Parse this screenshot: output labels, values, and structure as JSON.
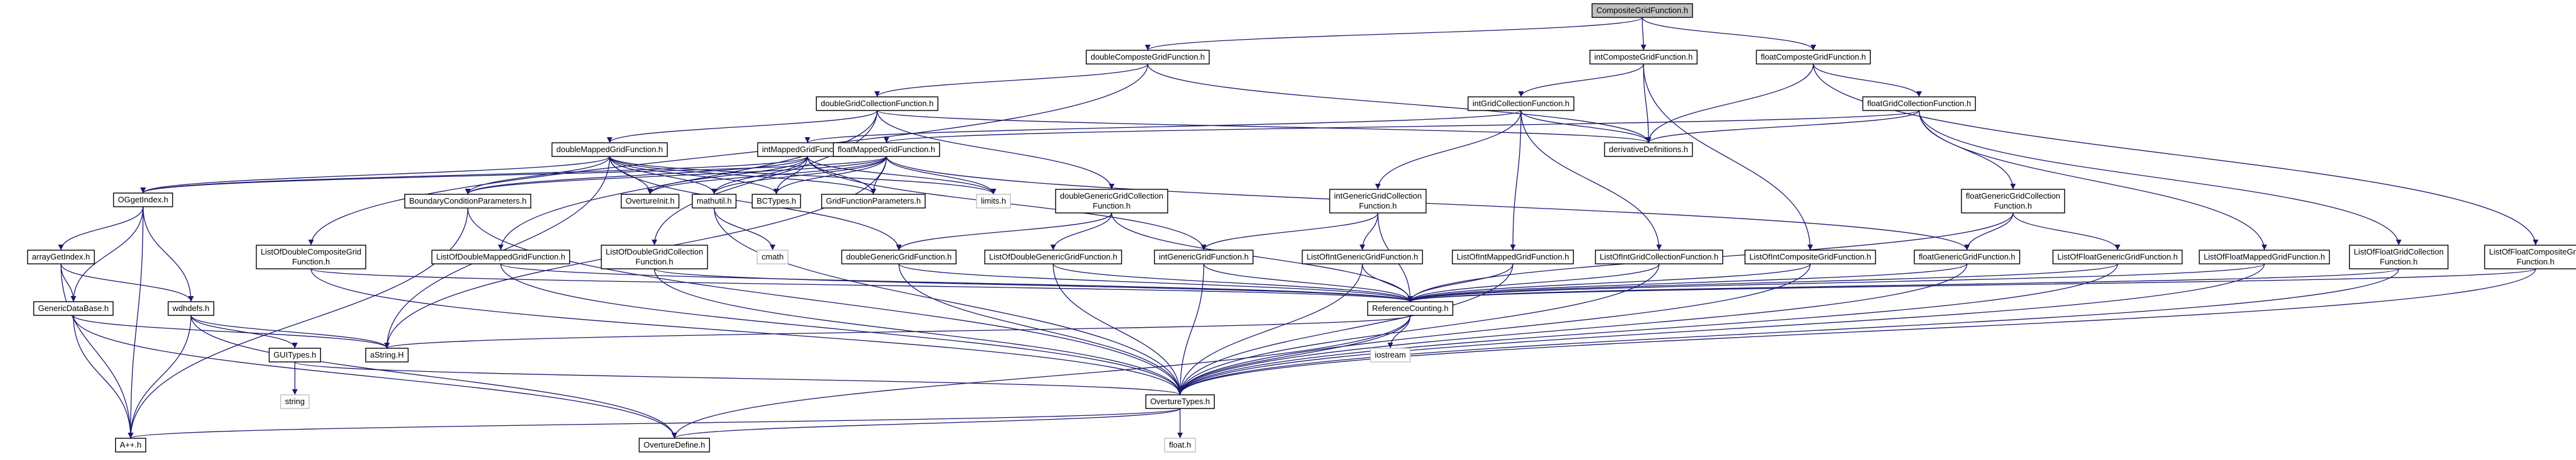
{
  "diagram": {
    "type": "include-dependency-graph",
    "root": "CompositeGridFunction.h",
    "nodes": [
      {
        "id": "root",
        "lines": [
          "CompositeGridFunction.h"
        ],
        "kind": "root"
      },
      {
        "id": "dcgf",
        "lines": [
          "doubleComposteGridFunction.h"
        ]
      },
      {
        "id": "icgf",
        "lines": [
          "intComposteGridFunction.h"
        ]
      },
      {
        "id": "fcgf",
        "lines": [
          "floatComposteGridFunction.h"
        ]
      },
      {
        "id": "dgcf",
        "lines": [
          "doubleGridCollectionFunction.h"
        ]
      },
      {
        "id": "igcf",
        "lines": [
          "intGridCollectionFunction.h"
        ]
      },
      {
        "id": "fgcf",
        "lines": [
          "floatGridCollectionFunction.h"
        ]
      },
      {
        "id": "dmgf",
        "lines": [
          "doubleMappedGridFunction.h"
        ]
      },
      {
        "id": "imgf",
        "lines": [
          "intMappedGridFunction.h"
        ]
      },
      {
        "id": "fmgf",
        "lines": [
          "floatMappedGridFunction.h"
        ]
      },
      {
        "id": "deriv",
        "lines": [
          "derivativeDefinitions.h"
        ]
      },
      {
        "id": "ogg",
        "lines": [
          "OGgetIndex.h"
        ]
      },
      {
        "id": "bcp",
        "lines": [
          "BoundaryConditionParameters.h"
        ]
      },
      {
        "id": "oinit",
        "lines": [
          "OvertureInit.h"
        ]
      },
      {
        "id": "mathutil",
        "lines": [
          "mathutil.h"
        ]
      },
      {
        "id": "bctypes",
        "lines": [
          "BCTypes.h"
        ]
      },
      {
        "id": "gfp",
        "lines": [
          "GridFunctionParameters.h"
        ]
      },
      {
        "id": "limits",
        "lines": [
          "limits.h"
        ],
        "kind": "sys"
      },
      {
        "id": "dggcf",
        "lines": [
          "doubleGenericGridCollection",
          "Function.h"
        ]
      },
      {
        "id": "iggcf",
        "lines": [
          "intGenericGridCollection",
          "Function.h"
        ]
      },
      {
        "id": "fggcf",
        "lines": [
          "floatGenericGridCollection",
          "Function.h"
        ]
      },
      {
        "id": "ageti",
        "lines": [
          "arrayGetIndex.h"
        ]
      },
      {
        "id": "lodcgf",
        "lines": [
          "ListOfDoubleCompositeGrid",
          "Function.h"
        ]
      },
      {
        "id": "lodmgf",
        "lines": [
          "ListOfDoubleMappedGridFunction.h"
        ]
      },
      {
        "id": "lodgcf",
        "lines": [
          "ListOfDoubleGridCollection",
          "Function.h"
        ]
      },
      {
        "id": "cmath",
        "lines": [
          "cmath"
        ],
        "kind": "sys"
      },
      {
        "id": "dggf",
        "lines": [
          "doubleGenericGridFunction.h"
        ]
      },
      {
        "id": "lodggf",
        "lines": [
          "ListOfDoubleGenericGridFunction.h"
        ]
      },
      {
        "id": "iggf",
        "lines": [
          "intGenericGridFunction.h"
        ]
      },
      {
        "id": "loiggf",
        "lines": [
          "ListOfIntGenericGridFunction.h"
        ]
      },
      {
        "id": "loimgf",
        "lines": [
          "ListOfIntMappedGridFunction.h"
        ]
      },
      {
        "id": "loigcf",
        "lines": [
          "ListOfIntGridCollectionFunction.h"
        ]
      },
      {
        "id": "loicgf",
        "lines": [
          "ListOfIntCompositeGridFunction.h"
        ]
      },
      {
        "id": "fggf",
        "lines": [
          "floatGenericGridFunction.h"
        ]
      },
      {
        "id": "lofggf",
        "lines": [
          "ListOfFloatGenericGridFunction.h"
        ]
      },
      {
        "id": "lofmgf",
        "lines": [
          "ListOfFloatMappedGridFunction.h"
        ]
      },
      {
        "id": "lofgcf",
        "lines": [
          "ListOfFloatGridCollection",
          "Function.h"
        ]
      },
      {
        "id": "lofcgf",
        "lines": [
          "ListOfFloatCompositeGrid",
          "Function.h"
        ]
      },
      {
        "id": "gdb",
        "lines": [
          "GenericDataBase.h"
        ]
      },
      {
        "id": "wdhdefs",
        "lines": [
          "wdhdefs.h"
        ]
      },
      {
        "id": "refc",
        "lines": [
          "ReferenceCounting.h"
        ]
      },
      {
        "id": "guitypes",
        "lines": [
          "GUITypes.h"
        ]
      },
      {
        "id": "astring",
        "lines": [
          "aString.H"
        ]
      },
      {
        "id": "iostream",
        "lines": [
          "iostream"
        ],
        "kind": "sys"
      },
      {
        "id": "string",
        "lines": [
          "string"
        ],
        "kind": "sys"
      },
      {
        "id": "otypes",
        "lines": [
          "OvertureTypes.h"
        ]
      },
      {
        "id": "app",
        "lines": [
          "A++.h"
        ]
      },
      {
        "id": "odefine",
        "lines": [
          "OvertureDefine.h"
        ]
      },
      {
        "id": "float",
        "lines": [
          "float.h"
        ],
        "kind": "sys"
      }
    ],
    "edges": [
      [
        "root",
        "dcgf"
      ],
      [
        "root",
        "icgf"
      ],
      [
        "root",
        "fcgf"
      ],
      [
        "dcgf",
        "dgcf"
      ],
      [
        "dcgf",
        "lodcgf"
      ],
      [
        "dcgf",
        "deriv"
      ],
      [
        "icgf",
        "igcf"
      ],
      [
        "icgf",
        "deriv"
      ],
      [
        "icgf",
        "loicgf"
      ],
      [
        "fcgf",
        "fgcf"
      ],
      [
        "fcgf",
        "deriv"
      ],
      [
        "fcgf",
        "lofcgf"
      ],
      [
        "dgcf",
        "dmgf"
      ],
      [
        "dgcf",
        "dggcf"
      ],
      [
        "dgcf",
        "lodgcf"
      ],
      [
        "dgcf",
        "deriv"
      ],
      [
        "dgcf",
        "lodmgf"
      ],
      [
        "igcf",
        "imgf"
      ],
      [
        "igcf",
        "iggcf"
      ],
      [
        "igcf",
        "loigcf"
      ],
      [
        "igcf",
        "deriv"
      ],
      [
        "igcf",
        "loimgf"
      ],
      [
        "fgcf",
        "fmgf"
      ],
      [
        "fgcf",
        "fggcf"
      ],
      [
        "fgcf",
        "lofgcf"
      ],
      [
        "fgcf",
        "deriv"
      ],
      [
        "fgcf",
        "lofmgf"
      ],
      [
        "dmgf",
        "ogg"
      ],
      [
        "dmgf",
        "bcp"
      ],
      [
        "dmgf",
        "oinit"
      ],
      [
        "dmgf",
        "mathutil"
      ],
      [
        "dmgf",
        "bctypes"
      ],
      [
        "dmgf",
        "gfp"
      ],
      [
        "dmgf",
        "limits"
      ],
      [
        "dmgf",
        "dggf"
      ],
      [
        "dmgf",
        "astring"
      ],
      [
        "imgf",
        "ogg"
      ],
      [
        "imgf",
        "bcp"
      ],
      [
        "imgf",
        "oinit"
      ],
      [
        "imgf",
        "mathutil"
      ],
      [
        "imgf",
        "bctypes"
      ],
      [
        "imgf",
        "gfp"
      ],
      [
        "imgf",
        "limits"
      ],
      [
        "imgf",
        "iggf"
      ],
      [
        "fmgf",
        "ogg"
      ],
      [
        "fmgf",
        "bcp"
      ],
      [
        "fmgf",
        "oinit"
      ],
      [
        "fmgf",
        "mathutil"
      ],
      [
        "fmgf",
        "bctypes"
      ],
      [
        "fmgf",
        "gfp"
      ],
      [
        "fmgf",
        "limits"
      ],
      [
        "fmgf",
        "fggf"
      ],
      [
        "fmgf",
        "astring"
      ],
      [
        "ogg",
        "ageti"
      ],
      [
        "ogg",
        "gdb"
      ],
      [
        "ogg",
        "wdhdefs"
      ],
      [
        "ogg",
        "app"
      ],
      [
        "bcp",
        "app"
      ],
      [
        "mathutil",
        "cmath"
      ],
      [
        "mathutil",
        "otypes"
      ],
      [
        "bcp",
        "otypes"
      ],
      [
        "dggcf",
        "dggf"
      ],
      [
        "dggcf",
        "lodggf"
      ],
      [
        "dggcf",
        "refc"
      ],
      [
        "iggcf",
        "iggf"
      ],
      [
        "iggcf",
        "loiggf"
      ],
      [
        "iggcf",
        "refc"
      ],
      [
        "fggcf",
        "fggf"
      ],
      [
        "fggcf",
        "lofggf"
      ],
      [
        "fggcf",
        "refc"
      ],
      [
        "ageti",
        "gdb"
      ],
      [
        "ageti",
        "wdhdefs"
      ],
      [
        "ageti",
        "app"
      ],
      [
        "lodcgf",
        "refc"
      ],
      [
        "lodcgf",
        "otypes"
      ],
      [
        "lodmgf",
        "refc"
      ],
      [
        "lodmgf",
        "otypes"
      ],
      [
        "lodgcf",
        "refc"
      ],
      [
        "lodgcf",
        "otypes"
      ],
      [
        "dggf",
        "refc"
      ],
      [
        "dggf",
        "otypes"
      ],
      [
        "lodggf",
        "refc"
      ],
      [
        "lodggf",
        "otypes"
      ],
      [
        "iggf",
        "refc"
      ],
      [
        "iggf",
        "otypes"
      ],
      [
        "loiggf",
        "refc"
      ],
      [
        "loiggf",
        "otypes"
      ],
      [
        "loimgf",
        "refc"
      ],
      [
        "loimgf",
        "otypes"
      ],
      [
        "loigcf",
        "refc"
      ],
      [
        "loigcf",
        "otypes"
      ],
      [
        "loicgf",
        "refc"
      ],
      [
        "loicgf",
        "otypes"
      ],
      [
        "fggf",
        "refc"
      ],
      [
        "fggf",
        "otypes"
      ],
      [
        "lofggf",
        "refc"
      ],
      [
        "lofggf",
        "otypes"
      ],
      [
        "lofmgf",
        "refc"
      ],
      [
        "lofmgf",
        "otypes"
      ],
      [
        "lofgcf",
        "refc"
      ],
      [
        "lofgcf",
        "otypes"
      ],
      [
        "lofcgf",
        "refc"
      ],
      [
        "lofcgf",
        "otypes"
      ],
      [
        "gdb",
        "astring"
      ],
      [
        "gdb",
        "app"
      ],
      [
        "gdb",
        "odefine"
      ],
      [
        "wdhdefs",
        "astring"
      ],
      [
        "wdhdefs",
        "guitypes"
      ],
      [
        "wdhdefs",
        "app"
      ],
      [
        "wdhdefs",
        "odefine"
      ],
      [
        "guitypes",
        "string"
      ],
      [
        "guitypes",
        "otypes"
      ],
      [
        "refc",
        "astring"
      ],
      [
        "refc",
        "iostream"
      ],
      [
        "refc",
        "otypes"
      ],
      [
        "refc",
        "odefine"
      ],
      [
        "otypes",
        "app"
      ],
      [
        "otypes",
        "odefine"
      ],
      [
        "otypes",
        "float"
      ]
    ]
  }
}
